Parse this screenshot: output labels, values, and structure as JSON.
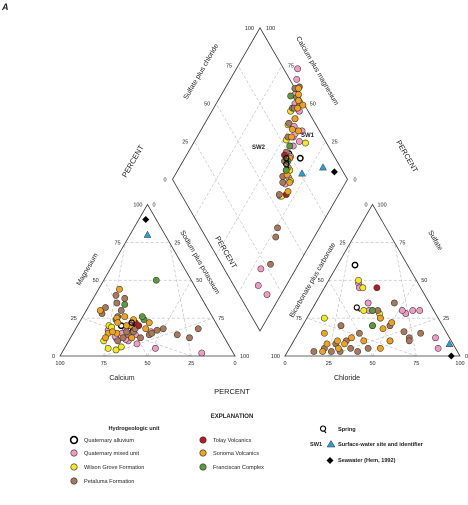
{
  "panel_label": "A",
  "chart_data": {
    "type": "scatter",
    "subtype": "piper-trilinear-diagram",
    "colors": {
      "frame": "#333333",
      "grid": "#aaaaaa",
      "Quaternary alluvium": "#ffffff",
      "Quaternary mixed unit": "#f29ac6",
      "Wilson Grove Formation": "#f2ea1e",
      "Petaluma Formation": "#a9785a",
      "Tolay Volcanics": "#b01e24",
      "Sonoma Volcanics": "#f0a21a",
      "Franciscan Complex": "#5d9a3b",
      "surface_water": "#2a9fd0",
      "seawater": "#000000"
    },
    "cation_triangle": {
      "axes": {
        "magnesium": "Magnesium",
        "sodium_potassium": "Sodium plus potassium",
        "calcium": "Calcium"
      },
      "ticks": [
        "0",
        "25",
        "50",
        "75",
        "100"
      ],
      "percent_label": "PERCENT"
    },
    "anion_triangle": {
      "axes": {
        "bicarbonate": "Bicarbonate plus carbonate",
        "sulfate": "Sulfate",
        "chloride": "Chloride"
      },
      "ticks": [
        "0",
        "25",
        "50",
        "75",
        "100"
      ]
    },
    "diamond": {
      "axes": {
        "sulfate_chloride": "Sulfate plus chloride",
        "calcium_magnesium": "Calcium plus magnesium"
      },
      "ticks": [
        "0",
        "25",
        "50",
        "75",
        "100"
      ],
      "percent_left": "PERCENT",
      "percent_right": "PERCENT"
    },
    "series": [
      {
        "name": "Quaternary alluvium",
        "cations": [
          [
            20,
            25
          ],
          [
            18,
            30
          ]
        ],
        "anions": [
          [
            10,
            60
          ]
        ],
        "diamond": [
          [
            66,
            80
          ],
          [
            62,
            68
          ],
          [
            58,
            75
          ]
        ]
      },
      {
        "name": "Quaternary mixed unit",
        "cations": [
          [
            17,
            29
          ],
          [
            12,
            26
          ],
          [
            10,
            34
          ],
          [
            14,
            36
          ],
          [
            22,
            30
          ],
          [
            8,
            40
          ],
          [
            5,
            52
          ],
          [
            16,
            44
          ],
          [
            2,
            80
          ],
          [
            17,
            19
          ],
          [
            13,
            25
          ],
          [
            15,
            28
          ],
          [
            11,
            32
          ],
          [
            20,
            33
          ]
        ],
        "anions": [
          [
            85,
            5
          ],
          [
            80,
            12
          ],
          [
            62,
            30
          ],
          [
            55,
            28
          ],
          [
            58,
            30
          ],
          [
            52,
            30
          ],
          [
            18,
            48
          ],
          [
            20,
            45
          ],
          [
            30,
            35
          ],
          [
            33,
            30
          ]
        ],
        "diamond": [
          [
            92,
            16
          ],
          [
            84,
            14
          ],
          [
            80,
            21
          ],
          [
            67,
            56
          ],
          [
            66,
            63
          ],
          [
            66,
            67
          ],
          [
            64,
            70
          ],
          [
            60,
            75
          ],
          [
            58,
            80
          ],
          [
            55,
            83
          ],
          [
            52,
            87
          ],
          [
            50,
            90
          ],
          [
            47,
            94
          ],
          [
            45,
            95
          ],
          [
            40,
            100
          ],
          [
            42,
            98
          ],
          [
            38,
            104
          ],
          [
            35,
            108
          ],
          [
            60,
            85
          ],
          [
            58,
            90
          ],
          [
            50,
            95
          ],
          [
            55,
            85
          ]
        ]
      },
      {
        "name": "Wilson Grove Formation",
        "cations": [
          [
            5,
            25
          ],
          [
            4,
            30
          ],
          [
            6,
            32
          ],
          [
            10,
            20
          ],
          [
            20,
            18
          ],
          [
            19,
            20
          ]
        ],
        "anions": [
          [
            10,
            25
          ],
          [
            17,
            50
          ],
          [
            22,
            45
          ],
          [
            35,
            30
          ],
          [
            30,
            30
          ],
          [
            40,
            28
          ]
        ],
        "diamond": [
          [
            68,
            57
          ],
          [
            68,
            67
          ],
          [
            64,
            70
          ],
          [
            58,
            72
          ],
          [
            52,
            78
          ],
          [
            48,
            84
          ],
          [
            45,
            90
          ],
          [
            64,
            88
          ]
        ]
      },
      {
        "name": "Petaluma Formation",
        "cations": [
          [
            10,
            28
          ],
          [
            12,
            30
          ],
          [
            14,
            32
          ],
          [
            16,
            34
          ],
          [
            12,
            40
          ],
          [
            14,
            44
          ],
          [
            16,
            30
          ],
          [
            18,
            34
          ],
          [
            20,
            30
          ],
          [
            26,
            20
          ],
          [
            30,
            20
          ],
          [
            15,
            45
          ],
          [
            17,
            47
          ],
          [
            18,
            50
          ],
          [
            14,
            60
          ],
          [
            12,
            68
          ],
          [
            18,
            70
          ],
          [
            35,
            15
          ],
          [
            40,
            12
          ],
          [
            38,
            18
          ],
          [
            28,
            10
          ],
          [
            32,
            10
          ],
          [
            24,
            20
          ]
        ],
        "anions": [
          [
            15,
            3
          ],
          [
            20,
            5
          ],
          [
            25,
            8
          ],
          [
            30,
            10
          ],
          [
            35,
            15
          ],
          [
            42,
            25
          ],
          [
            50,
            20
          ],
          [
            55,
            10
          ],
          [
            22,
            20
          ],
          [
            35,
            5
          ],
          [
            30,
            3
          ],
          [
            25,
            3
          ],
          [
            45,
            5
          ],
          [
            40,
            3
          ],
          [
            38,
            30
          ],
          [
            45,
            35
          ],
          [
            65,
            12
          ],
          [
            60,
            16
          ],
          [
            66,
            10
          ],
          [
            70,
            15
          ]
        ],
        "diamond": [
          [
            84,
            28
          ],
          [
            78,
            40
          ],
          [
            76,
            44
          ],
          [
            66,
            56
          ],
          [
            64,
            62
          ],
          [
            62,
            64
          ],
          [
            58,
            70
          ],
          [
            56,
            74
          ],
          [
            52,
            80
          ],
          [
            48,
            85
          ],
          [
            40,
            100
          ],
          [
            45,
            92
          ],
          [
            46,
            93
          ],
          [
            48,
            97
          ],
          [
            44,
            98
          ],
          [
            42,
            103
          ]
        ]
      },
      {
        "name": "Tolay Volcanics",
        "cations": [
          [
            22,
            32
          ],
          [
            20,
            35
          ]
        ],
        "anions": [
          [
            30,
            45
          ]
        ],
        "diamond": [
          [
            70,
            60
          ],
          [
            56,
            72
          ]
        ]
      },
      {
        "name": "Sonoma Volcanics",
        "cations": [
          [
            18,
            40
          ],
          [
            12,
            35
          ],
          [
            15,
            20
          ],
          [
            25,
            20
          ],
          [
            22,
            22
          ],
          [
            20,
            30
          ],
          [
            15,
            25
          ],
          [
            22,
            40
          ],
          [
            24,
            30
          ],
          [
            12,
            20
          ],
          [
            26,
            24
          ],
          [
            30,
            8
          ],
          [
            44,
            12
          ],
          [
            20,
            28
          ],
          [
            16,
            22
          ]
        ],
        "anions": [
          [
            20,
            8
          ],
          [
            25,
            10
          ],
          [
            30,
            8
          ],
          [
            15,
            15
          ],
          [
            20,
            3
          ],
          [
            28,
            5
          ],
          [
            32,
            12
          ],
          [
            40,
            10
          ],
          [
            42,
            25
          ],
          [
            40,
            20
          ],
          [
            47,
            18
          ],
          [
            50,
            22
          ],
          [
            55,
            10
          ],
          [
            52,
            5
          ]
        ],
        "diamond": [
          [
            70,
            62
          ],
          [
            68,
            66
          ],
          [
            64,
            67
          ],
          [
            62,
            70
          ],
          [
            60,
            74
          ],
          [
            56,
            78
          ],
          [
            54,
            82
          ],
          [
            52,
            85
          ],
          [
            50,
            90
          ],
          [
            48,
            95
          ],
          [
            46,
            98
          ],
          [
            44,
            100
          ],
          [
            42,
            102
          ],
          [
            50,
            99
          ],
          [
            56,
            88
          ]
        ]
      },
      {
        "name": "Franciscan Complex",
        "cations": [
          [
            24,
            36
          ],
          [
            26,
            34
          ],
          [
            50,
            30
          ],
          [
            34,
            20
          ]
        ],
        "anions": [
          [
            40,
            20
          ],
          [
            35,
            30
          ]
        ],
        "diamond": [
          [
            62,
            68
          ],
          [
            60,
            72
          ],
          [
            56,
            78
          ],
          [
            40,
            95
          ]
        ]
      }
    ],
    "spring": {
      "name": "Spring",
      "cations": [
        [
          22,
          30
        ]
      ],
      "anions": [
        [
          25,
          32
        ]
      ],
      "diamond": [
        [
          60,
          70
        ],
        [
          58,
          72
        ]
      ]
    },
    "surface_water": {
      "name": "SW1",
      "cations": [
        [
          80,
          10
        ]
      ],
      "anions": [
        [
          90,
          8
        ]
      ],
      "diamond": [
        [
          82,
          90
        ]
      ]
    },
    "surface_water_2": {
      "name": "SW2",
      "diamond": [
        [
          72,
          76
        ]
      ]
    },
    "seawater": {
      "name": "Seawater (Hem, 1992)",
      "cations": [
        [
          90,
          4
        ]
      ],
      "anions": [
        [
          95,
          0
        ]
      ],
      "diamond": [
        [
          90,
          95
        ]
      ]
    }
  },
  "legend": {
    "title": "EXPLANATION",
    "hydro_title": "Hydrogeologic unit",
    "items": [
      "Quaternary alluvium",
      "Quaternary mixed unit",
      "Wilson Grove Formation",
      "Petaluma Formation",
      "Tolay Volcanics",
      "Sonoma Volcanics",
      "Franciscan Complex"
    ],
    "spring_label": "Spring",
    "surface_water_id": "SW1",
    "surface_water_label": "Surface-water site and identifier",
    "seawater_label": "Seawater (Hem, 1992)"
  },
  "bottom_percent": "PERCENT",
  "sw2_label": "SW2",
  "sw1_label": "SW1"
}
